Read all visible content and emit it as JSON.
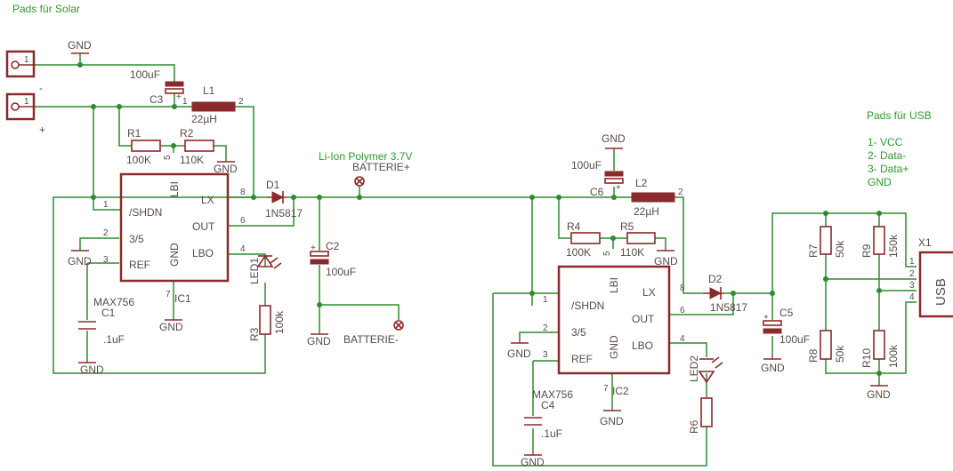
{
  "notes": {
    "solar_pads": "Pads für Solar",
    "usb_pads": "Pads für USB",
    "usb_pin1": "1- VCC",
    "usb_pin2": "2- Data-",
    "usb_pin3": "3- Data+",
    "usb_pin4": "GND",
    "battery_type": "Li-Ion Polymer 3.7V"
  },
  "labels": {
    "gnd": "GND",
    "batt_plus": "BATTERIE+",
    "batt_minus": "BATTERIE-",
    "minus": "-",
    "plus": "+"
  },
  "parts": {
    "C3": {
      "name": "C3",
      "value": "100uF"
    },
    "L1": {
      "name": "L1",
      "value": "22µH"
    },
    "R1": {
      "name": "R1",
      "value": "100K"
    },
    "R2": {
      "name": "R2",
      "value": "110K"
    },
    "D1": {
      "name": "D1",
      "value": "1N5817"
    },
    "C2": {
      "name": "C2",
      "value": "100uF"
    },
    "C1": {
      "name": "C1",
      "value": ".1uF"
    },
    "IC1": {
      "name": "IC1",
      "value": "MAX756"
    },
    "LED1": {
      "name": "LED1"
    },
    "R3": {
      "name": "R3",
      "value": "100k"
    },
    "C6": {
      "name": "C6",
      "value": "100uF"
    },
    "L2": {
      "name": "L2",
      "value": "22µH"
    },
    "R4": {
      "name": "R4",
      "value": "100K"
    },
    "R5": {
      "name": "R5",
      "value": "110K"
    },
    "D2": {
      "name": "D2",
      "value": "1N5817"
    },
    "C5": {
      "name": "C5",
      "value": "100uF"
    },
    "C4": {
      "name": "C4",
      "value": ".1uF"
    },
    "IC2": {
      "name": "IC2",
      "value": "MAX756"
    },
    "LED2": {
      "name": "LED2"
    },
    "R6": {
      "name": "R6"
    },
    "R7": {
      "name": "R7",
      "value": "50k"
    },
    "R8": {
      "name": "R8",
      "value": "50k"
    },
    "R9": {
      "name": "R9",
      "value": "150k"
    },
    "R10": {
      "name": "R10",
      "value": "100k"
    },
    "X1": {
      "name": "X1",
      "value": "USB"
    }
  },
  "ic_pins": {
    "shdn": "/SHDN",
    "p35": "3/5",
    "ref": "REF",
    "lbi": "LBI",
    "gnd": "GND",
    "lx": "LX",
    "out": "OUT",
    "lbo": "LBO",
    "n1": "1",
    "n2": "2",
    "n3": "3",
    "n4": "4",
    "n5": "5",
    "n6": "6",
    "n7": "7",
    "n8": "8"
  },
  "pin_nums": {
    "p1": "1",
    "p2": "2",
    "p3": "3",
    "p4": "4"
  },
  "pol": {
    "plus": "+"
  }
}
